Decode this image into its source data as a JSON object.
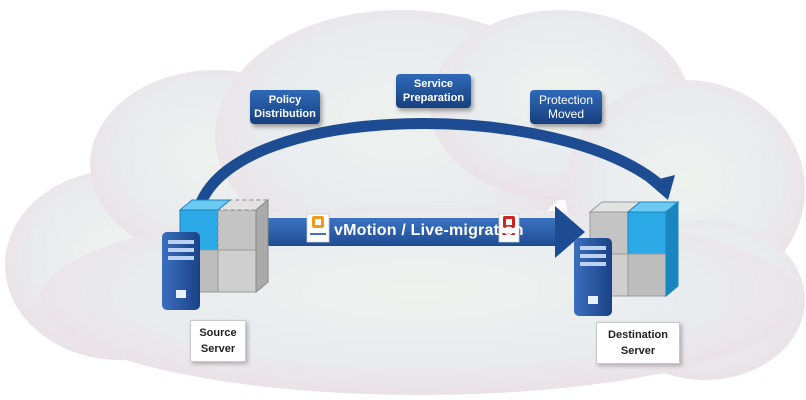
{
  "diagram": {
    "step_labels": {
      "policy": "Policy\nDistribution",
      "service": "Service\nPreparation",
      "protection": "Protection\nMoved"
    },
    "migration_label": "vMotion / Live-migration",
    "source_label": "Source\nServer",
    "destination_label": "Destination\nServer",
    "colors": {
      "box_blue": "#1f4e96",
      "arrow_blue": "#2a5fa8",
      "cube_cyan": "#2aa9e6",
      "cube_gray": "#c9c9c9"
    }
  }
}
